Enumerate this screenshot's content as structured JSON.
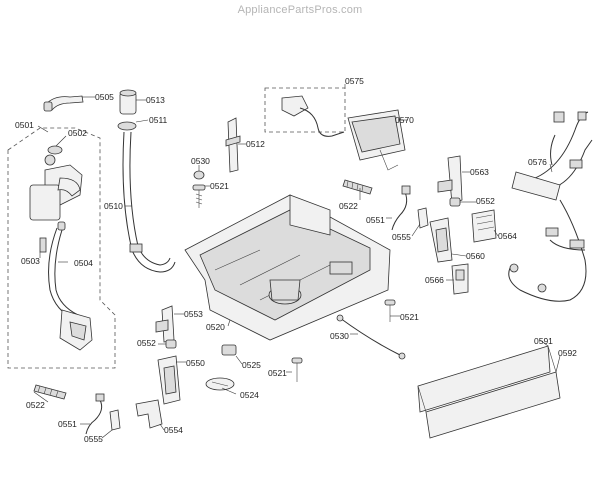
{
  "watermark": "AppliancePartsPros.com",
  "labels": {
    "p0501": "0501",
    "p0502": "0502",
    "p0503": "0503",
    "p0504": "0504",
    "p0505": "0505",
    "p0510": "0510",
    "p0511": "0511",
    "p0512": "0512",
    "p0513": "0513",
    "p0520": "0520",
    "p0521a": "0521",
    "p0521b": "0521",
    "p0521c": "0521",
    "p0522a": "0522",
    "p0522b": "0522",
    "p0524": "0524",
    "p0525": "0525",
    "p0530a": "0530",
    "p0530b": "0530",
    "p0550": "0550",
    "p0551a": "0551",
    "p0551b": "0551",
    "p0552a": "0552",
    "p0552b": "0552",
    "p0553": "0553",
    "p0554": "0554",
    "p0555a": "0555",
    "p0555b": "0555",
    "p0560": "0560",
    "p0563": "0563",
    "p0564": "0564",
    "p0566": "0566",
    "p0570": "0570",
    "p0575": "0575",
    "p0576": "0576",
    "p0591": "0591",
    "p0592": "0592"
  }
}
